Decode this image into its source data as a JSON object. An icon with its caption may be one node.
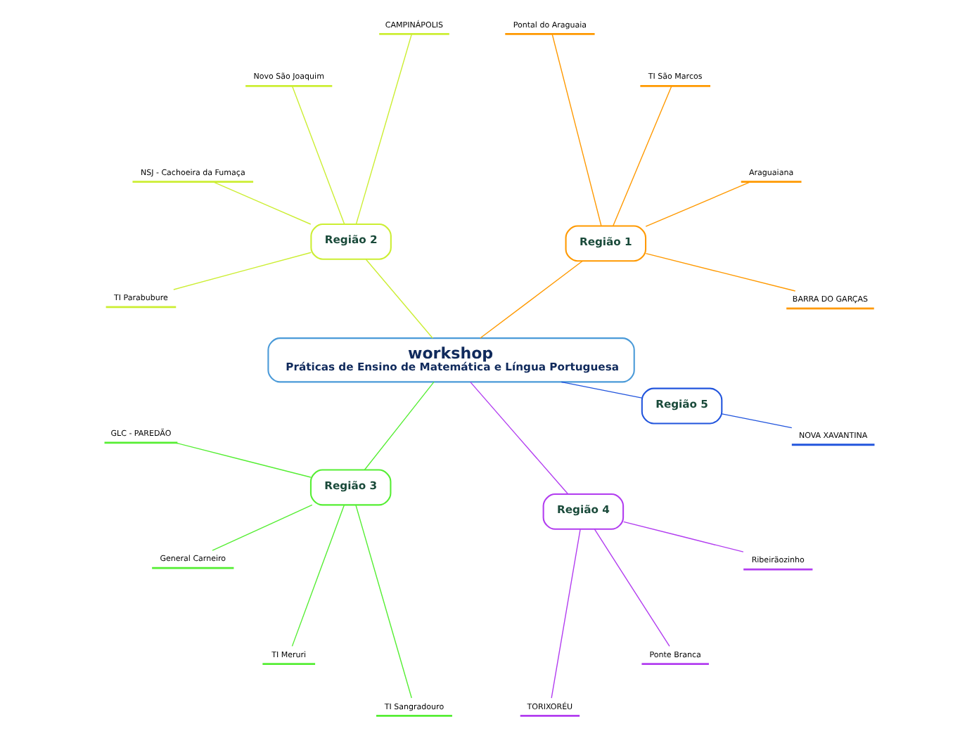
{
  "diagram": {
    "nodes": [
      {
        "text": [
          "workshop",
          "Práticas de Ensino de Matemática e Língua Portuguesa"
        ]
      },
      {
        "text": [
          "Região 1"
        ]
      },
      {
        "text": [
          "BARRA DO GARÇAS"
        ]
      },
      {
        "text": [
          "Araguaiana"
        ]
      },
      {
        "text": [
          "TI São Marcos"
        ]
      },
      {
        "text": [
          "Pontal do Araguaia"
        ]
      },
      {
        "text": [
          "Região 2"
        ]
      },
      {
        "text": [
          "CAMPINÁPOLIS"
        ]
      },
      {
        "text": [
          "Novo São Joaquim"
        ]
      },
      {
        "text": [
          "NSJ - Cachoeira da Fumaça"
        ]
      },
      {
        "text": [
          "TI Parabubure"
        ]
      },
      {
        "text": [
          "Região 3"
        ]
      },
      {
        "text": [
          "GLC - PAREDÃO"
        ]
      },
      {
        "text": [
          "General Carneiro"
        ]
      },
      {
        "text": [
          "TI Meruri"
        ]
      },
      {
        "text": [
          "TI Sangradouro"
        ]
      },
      {
        "text": [
          "Região 4"
        ]
      },
      {
        "text": [
          "TORIXORÉU"
        ]
      },
      {
        "text": [
          "Ponte Branca"
        ]
      },
      {
        "text": [
          "Ribeirãozinho"
        ]
      },
      {
        "text": [
          "Região 5"
        ]
      },
      {
        "text": [
          "NOVA XAVANTINA"
        ]
      }
    ],
    "edges": [
      {
        "from": 0,
        "to": 1,
        "arrow": "none",
        "color": "#ff9900"
      },
      {
        "from": 1,
        "to": 2,
        "arrow": "none",
        "color": "#ff9900"
      },
      {
        "from": 1,
        "to": 3,
        "arrow": "none",
        "color": "#ff9900"
      },
      {
        "from": 1,
        "to": 4,
        "arrow": "none",
        "color": "#ff9900"
      },
      {
        "from": 1,
        "to": 5,
        "arrow": "none",
        "color": "#ff9900"
      },
      {
        "from": 0,
        "to": 6,
        "arrow": "none",
        "color": "#ccee33"
      },
      {
        "from": 6,
        "to": 7,
        "arrow": "none",
        "color": "#ccee33"
      },
      {
        "from": 6,
        "to": 8,
        "arrow": "none",
        "color": "#ccee33"
      },
      {
        "from": 6,
        "to": 9,
        "arrow": "none",
        "color": "#ccee33"
      },
      {
        "from": 6,
        "to": 10,
        "arrow": "none",
        "color": "#ccee33"
      },
      {
        "from": 0,
        "to": 11,
        "arrow": "none",
        "color": "#55ee33"
      },
      {
        "from": 11,
        "to": 12,
        "arrow": "none",
        "color": "#55ee33"
      },
      {
        "from": 11,
        "to": 13,
        "arrow": "none",
        "color": "#55ee33"
      },
      {
        "from": 11,
        "to": 14,
        "arrow": "none",
        "color": "#55ee33"
      },
      {
        "from": 11,
        "to": 15,
        "arrow": "none",
        "color": "#55ee33"
      },
      {
        "from": 0,
        "to": 16,
        "arrow": "none",
        "color": "#b23cf0"
      },
      {
        "from": 16,
        "to": 17,
        "arrow": "none",
        "color": "#b23cf0"
      },
      {
        "from": 16,
        "to": 18,
        "arrow": "none",
        "color": "#b23cf0"
      },
      {
        "from": 16,
        "to": 19,
        "arrow": "none",
        "color": "#b23cf0"
      },
      {
        "from": 0,
        "to": 20,
        "arrow": "none",
        "color": "#2255dd"
      },
      {
        "from": 20,
        "to": 21,
        "arrow": "none",
        "color": "#2255dd"
      }
    ]
  }
}
